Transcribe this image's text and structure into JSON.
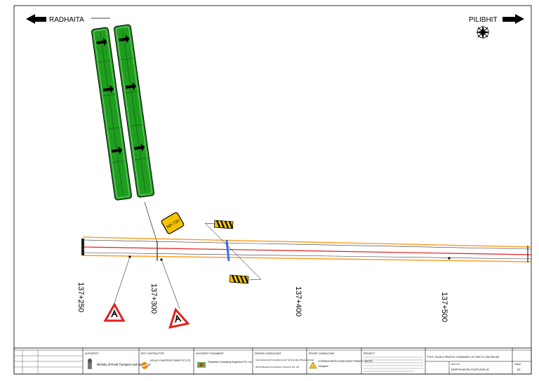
{
  "header": {
    "left_direction": "RADHAITA",
    "right_direction": "PILIBHIT"
  },
  "chainages": [
    {
      "label": "137+250"
    },
    {
      "label": "137+300"
    },
    {
      "label": "137+400"
    },
    {
      "label": "137+500"
    }
  ],
  "signs": {
    "nh_sign_text": "NH 730"
  },
  "title_block": {
    "authority": {
      "caption": "AUTHORITY",
      "name": "Ministry of Road Transport and Highways"
    },
    "contractor": {
      "caption": "EPC CONTRACTOR",
      "name": "ATLAS CONSTRUCTIONS PVT LTD"
    },
    "authority_engineer": {
      "caption": "AUTHORITY ENGINEER",
      "name": "Transtech Consulting Engineers Pvt. Ltd"
    },
    "design_consultant": {
      "caption": "DESIGN CONSULTANT",
      "line1": "Intercontinental Consultants and Technocrats Private Limited",
      "line2": "Shree Bhavani Consultancy Services Pvt. Ltd."
    },
    "proof_consultant": {
      "caption": "PROOF CONSULTANT",
      "name": "COVEBAN INFRA CONSULTANT PRIVATE LIMITED",
      "city": "Gurugram"
    },
    "project": {
      "caption": "PROJECT"
    },
    "title": "TITLE: PLAN & PROFILE CHAINAGE 137+250 TO 138+050 KM",
    "drawing_no_caption": "DRG NO.",
    "drawing_no": "MORTH/NH/CRL/TCEPL/P&P-05",
    "sheet_caption": "SHEET",
    "sheet_no": "05"
  }
}
